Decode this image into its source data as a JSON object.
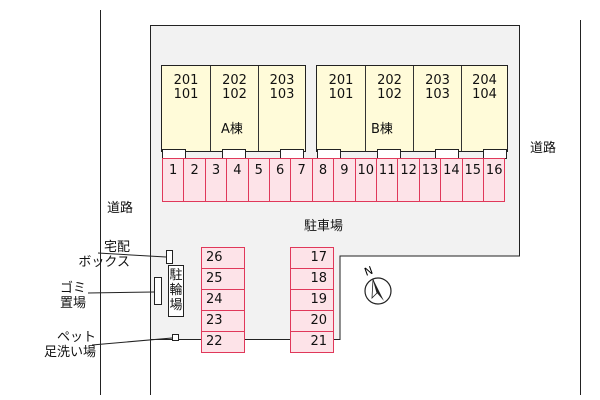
{
  "roads": {
    "left_label": "道路",
    "right_label": "道路"
  },
  "buildings": [
    {
      "label": "A棟",
      "units": [
        {
          "top": "201",
          "bottom": "101"
        },
        {
          "top": "202",
          "bottom": "102"
        },
        {
          "top": "203",
          "bottom": "103"
        }
      ]
    },
    {
      "label": "B棟",
      "units": [
        {
          "top": "201",
          "bottom": "101"
        },
        {
          "top": "202",
          "bottom": "102"
        },
        {
          "top": "203",
          "bottom": "103"
        },
        {
          "top": "204",
          "bottom": "104"
        }
      ]
    }
  ],
  "parking": {
    "label": "駐車場",
    "top_row": [
      "1",
      "2",
      "3",
      "4",
      "5",
      "6",
      "7",
      "8",
      "9",
      "10",
      "11",
      "12",
      "13",
      "14",
      "15",
      "16"
    ],
    "left_column": [
      "26",
      "25",
      "24",
      "23",
      "22"
    ],
    "right_column": [
      "17",
      "18",
      "19",
      "20",
      "21"
    ]
  },
  "facilities": {
    "bicycle_parking": "駐輪場",
    "delivery_box": "宅配\nボックス",
    "garbage": "ゴミ\n置場",
    "pet_wash": "ペット\n足洗い場"
  },
  "compass": {
    "label": "N"
  },
  "colors": {
    "building_fill": "#fffbd9",
    "parking_fill": "#fde3e8",
    "parking_border": "#e0385a",
    "lot_fill": "#f2f2f2"
  }
}
